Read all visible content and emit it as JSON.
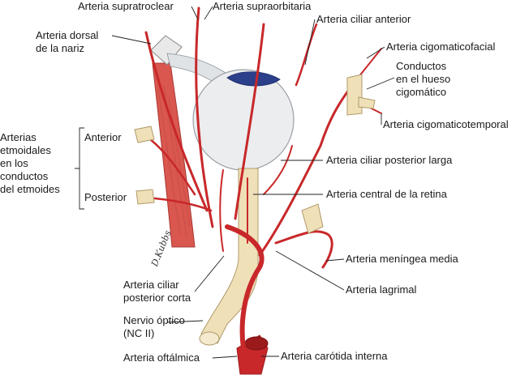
{
  "labels": {
    "supratroclear": "Arteria supratroclear",
    "supraorbitaria": "Arteria supraorbitaria",
    "dorsal_nariz": [
      "Arteria dorsal",
      "de la nariz"
    ],
    "ciliar_anterior": "Arteria ciliar anterior",
    "cigomaticofacial": "Arteria cigomaticofacial",
    "conductos_hueso": [
      "Conductos",
      "en el hueso",
      "cigomático"
    ],
    "cigomaticotemporal": "Arteria cigomaticotemporal",
    "etmoidales_group": [
      "Arterias",
      "etmoidales",
      "en los",
      "conductos",
      "del etmoides"
    ],
    "anterior": "Anterior",
    "posterior": "Posterior",
    "ciliar_posterior_larga": "Arteria ciliar posterior larga",
    "central_retina": "Arteria central de la retina",
    "meningea_media": "Arteria meníngea media",
    "lagrimal": "Arteria lagrimal",
    "ciliar_posterior_corta": [
      "Arteria ciliar",
      "posterior corta"
    ],
    "nervio_optico": [
      "Nervio óptico",
      "(NC II)"
    ],
    "oftalmica": "Arteria oftálmica",
    "carotida_interna": "Arteria carótida interna"
  },
  "signature": "D.Kubbs",
  "colors": {
    "artery": "#c8282a",
    "artery_dark": "#9b1a1c",
    "muscle": "#d9574f",
    "nerve": "#efe0b8",
    "eyeball": "#ecedef",
    "iris": "#2b3f8a",
    "leader": "#222222"
  }
}
